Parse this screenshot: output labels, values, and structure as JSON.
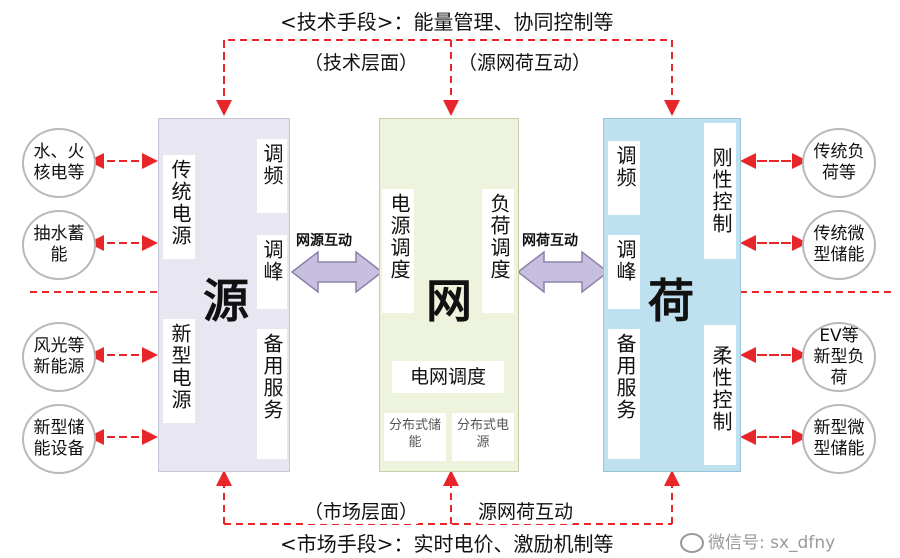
{
  "top": {
    "tech_means": "<技术手段>：能量管理、协同控制等",
    "tech_layer": "（技术层面）",
    "interaction": "（源网荷互动）"
  },
  "bottom": {
    "market_layer": "（市场层面）",
    "interaction": "源网荷互动",
    "market_means": "<市场手段>：实时电价、激励机制等"
  },
  "source": {
    "title": "源",
    "traditional": "传统电源",
    "new_type": "新型电源",
    "freq": "调频",
    "peak": "调峰",
    "reserve": "备用服务"
  },
  "grid": {
    "title": "网",
    "source_dispatch": "电源调度",
    "load_dispatch": "负荷调度",
    "grid_dispatch": "电网调度",
    "dist_storage": "分布式储能",
    "dist_source": "分布式电源"
  },
  "load": {
    "title": "荷",
    "freq": "调频",
    "peak": "调峰",
    "reserve": "备用服务",
    "rigid": "刚性控制",
    "flexible": "柔性控制"
  },
  "arrows": {
    "source_grid": "网源互动",
    "grid_load": "网荷互动"
  },
  "left_circles": [
    "水、火核电等",
    "抽水蓄能",
    "风光等新能源",
    "新型储能设备"
  ],
  "right_circles": [
    "传统负荷等",
    "传统微型储能",
    "EV等新型负荷",
    "新型微型储能"
  ],
  "watermark": "微信号: sx_dfny",
  "colors": {
    "dashed_red": "#e8262a",
    "source_panel": "#e8e6f0",
    "grid_panel": "#eef3dd",
    "load_panel": "#bfe0ee",
    "arrow_fill": "#c8bfe0"
  }
}
